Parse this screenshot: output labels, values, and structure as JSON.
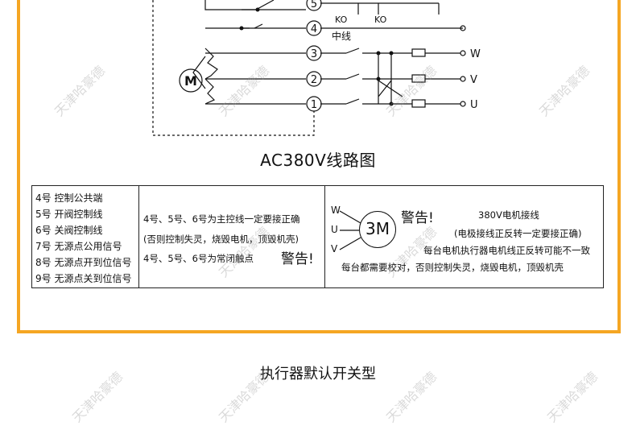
{
  "wiring": {
    "terminals": [
      "5",
      "4",
      "3",
      "2",
      "1"
    ],
    "relay_labels": [
      "KO",
      "KO"
    ],
    "neutral_label": "中线",
    "outputs": [
      "W",
      "V",
      "U"
    ],
    "motor_label": "M"
  },
  "caption": "AC380V线路图",
  "table": {
    "col1_lines": [
      "4号 控制公共端",
      "5号 开阀控制线",
      "6号 关阀控制线",
      "7号 无源点公用信号",
      "8号 无源点开到位信号",
      "9号 无源点关到位信号"
    ],
    "col2_lines": [
      "4号、5号、6号为主控线一定要接正确",
      "(否则控制失灵，烧毁电机，顶毁机壳)",
      "4号、5号、6号为常闭触点"
    ],
    "col2_warning": "警告!",
    "col3": {
      "wire_labels": [
        "W",
        "U",
        "V"
      ],
      "motor_label": "3M",
      "warning": "警告!",
      "title": "380V电机接线",
      "line1": "(电极接线正反转一定要接正确)",
      "line2": "每台电机执行器电机线正反转可能不一致",
      "line3": "每台都需要校对，否则控制失灵，烧毁电机，顶毁机壳"
    }
  },
  "bottom_title": "执行器默认开关型",
  "watermark": "天津哈豪德",
  "colors": {
    "frame": "#f5a623"
  }
}
